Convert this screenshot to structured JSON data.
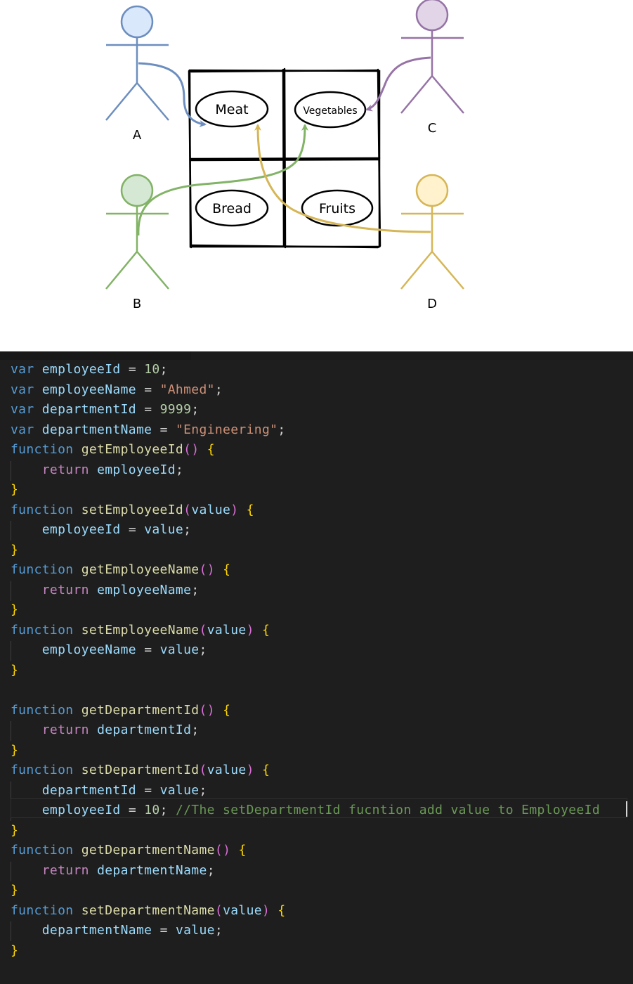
{
  "diagram": {
    "cells": [
      "Meat",
      "Vegetables",
      "Bread",
      "Fruits"
    ],
    "actors": [
      {
        "name": "A",
        "color": "#6c8ebf",
        "fill": "#dae8fc"
      },
      {
        "name": "C",
        "color": "#9673a6",
        "fill": "#e1d5e7"
      },
      {
        "name": "B",
        "color": "#82b366",
        "fill": "#d5e8d4"
      },
      {
        "name": "D",
        "color": "#d6b656",
        "fill": "#fff2cc"
      }
    ]
  },
  "code": {
    "lines": [
      "var employeeId = 10;",
      "var employeeName = \"Ahmed\";",
      "var departmentId = 9999;",
      "var departmentName = \"Engineering\";",
      "function getEmployeeId() {",
      "    return employeeId;",
      "}",
      "function setEmployeeId(value) {",
      "    employeeId = value;",
      "}",
      "function getEmployeeName() {",
      "    return employeeName;",
      "}",
      "function setEmployeeName(value) {",
      "    employeeName = value;",
      "}",
      "",
      "function getDepartmentId() {",
      "    return departmentId;",
      "}",
      "function setDepartmentId(value) {",
      "    departmentId = value;",
      "    employeeId = 10; //The setDepartmentId fucntion add value to EmployeeId",
      "}",
      "function getDepartmentName() {",
      "    return departmentName;",
      "}",
      "function setDepartmentName(value) {",
      "    departmentName = value;",
      "}"
    ]
  }
}
